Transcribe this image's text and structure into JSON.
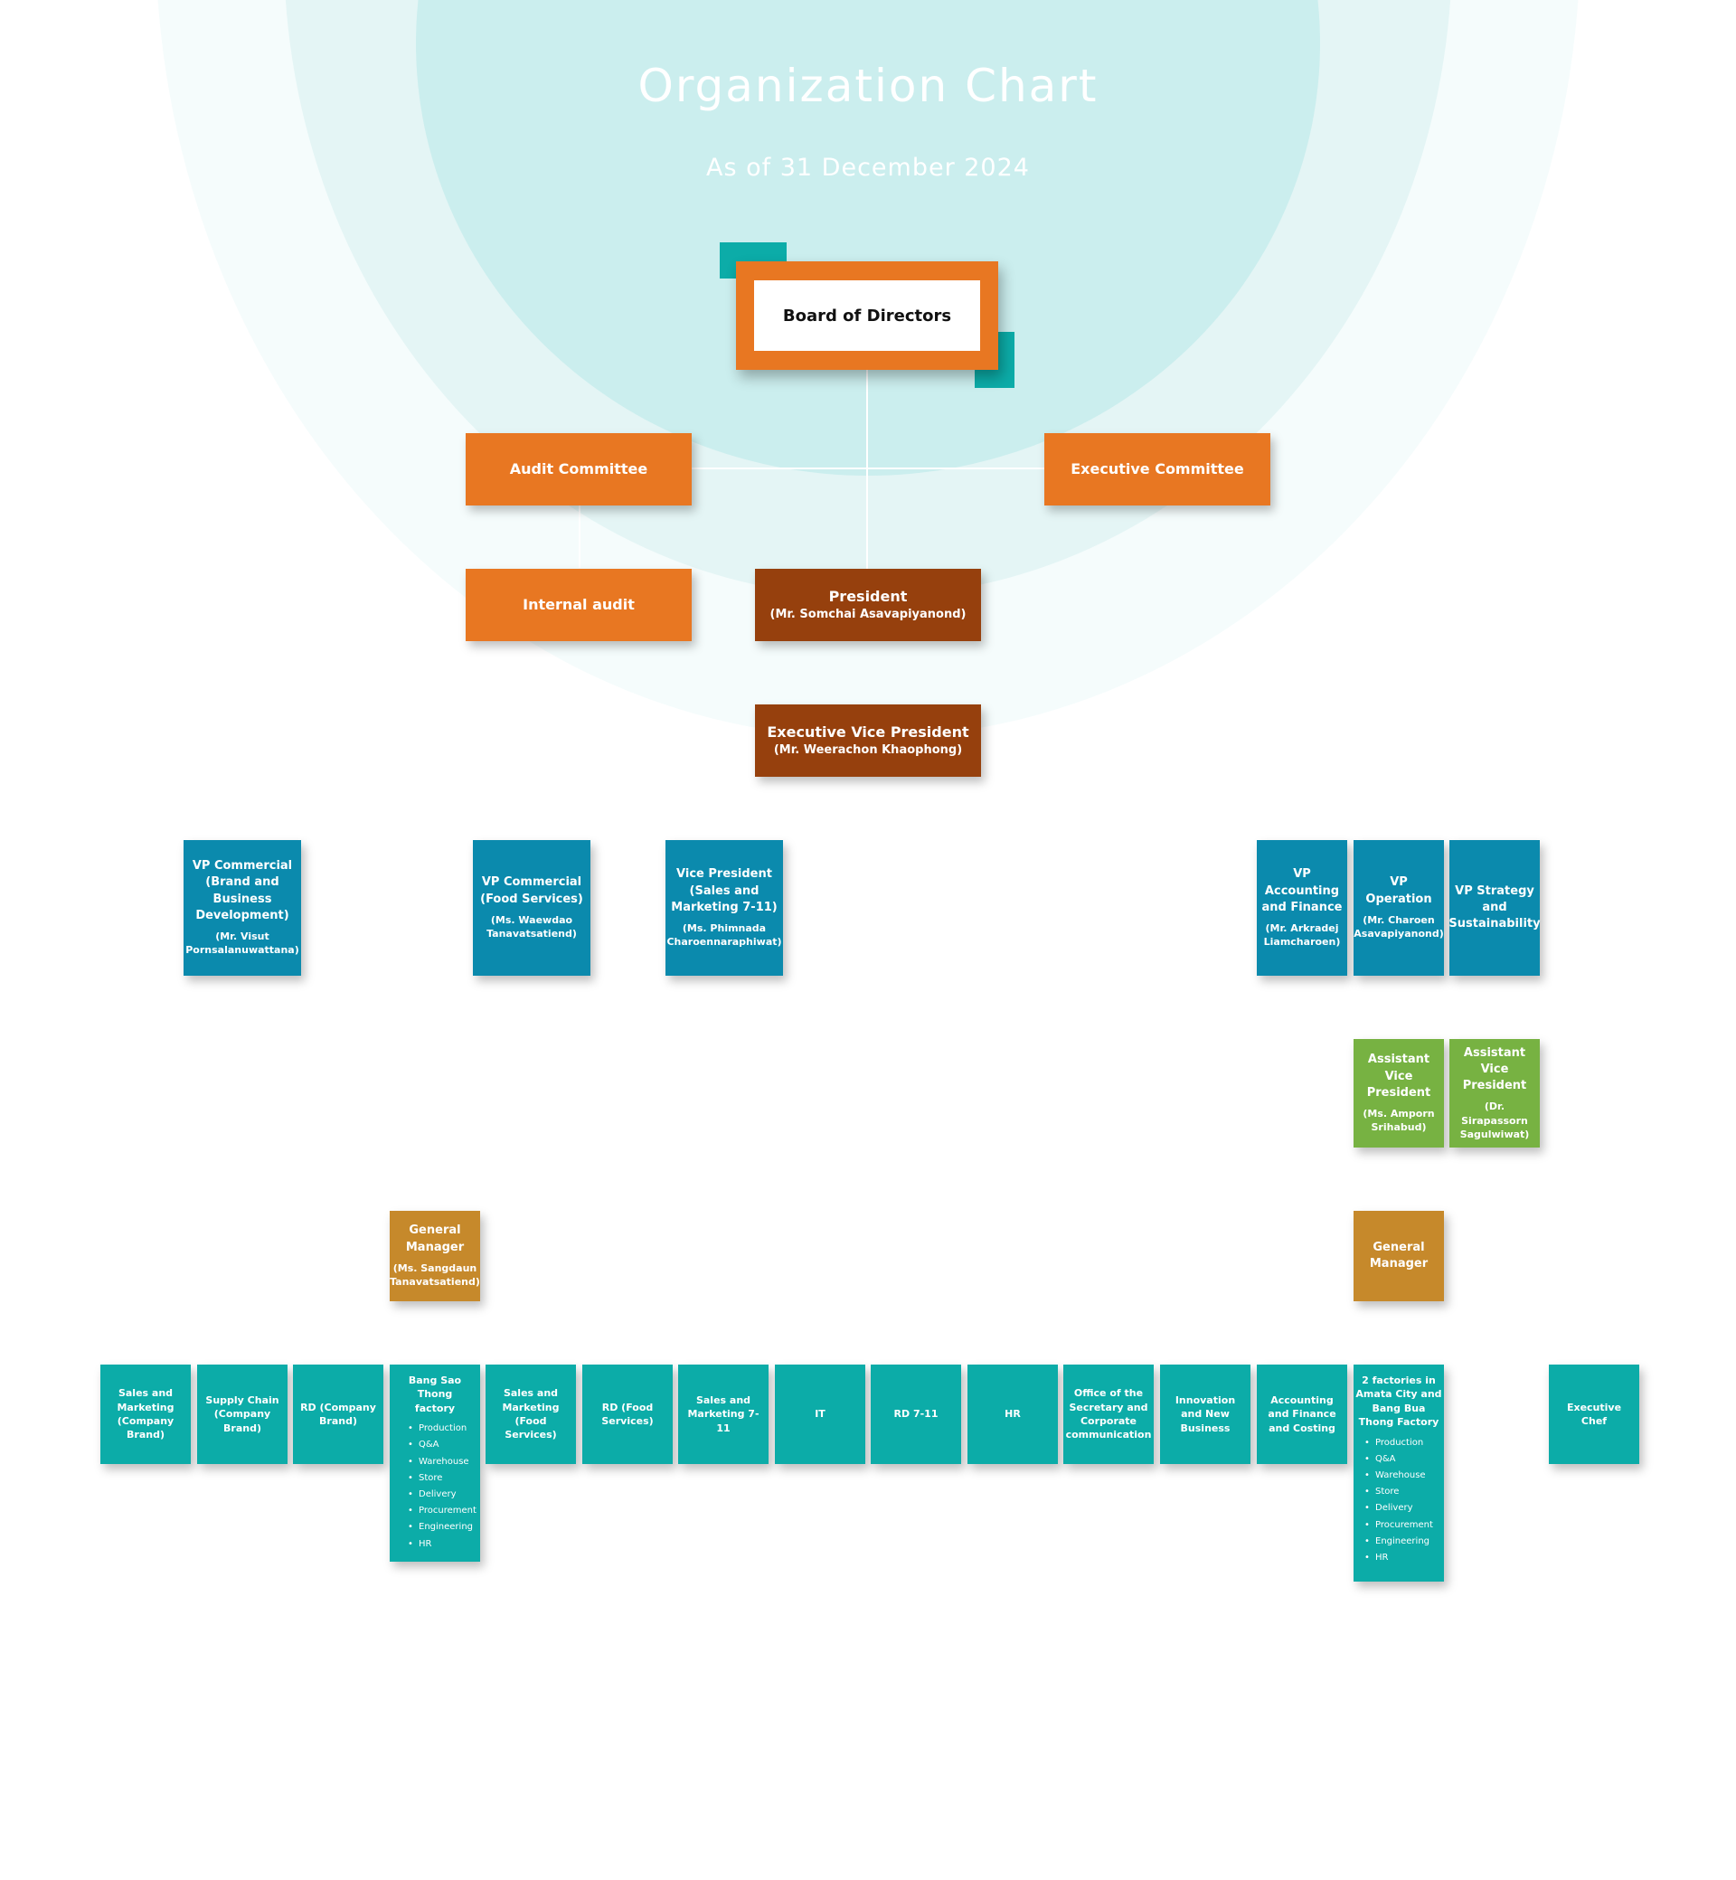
{
  "header": {
    "title": "Organization Chart",
    "subtitle": "As of 31 December 2024"
  },
  "top": {
    "board": "Board of Directors",
    "audit_committee": "Audit Committee",
    "executive_committee": "Executive Committee",
    "internal_audit": "Internal audit",
    "president_title": "President",
    "president_name": "(Mr. Somchai Asavapiyanond)",
    "evp_title": "Executive Vice President",
    "evp_name": "(Mr. Weerachon Khaophong)"
  },
  "vps": [
    {
      "title": "VP Commercial (Brand and Business Development)",
      "name": "(Mr. Visut Pornsalanuwattana)"
    },
    {
      "title": "VP Commercial (Food Services)",
      "name": "(Ms. Waewdao Tanavatsatiend)"
    },
    {
      "title": "Vice President (Sales and Marketing 7-11)",
      "name": "(Ms. Phimnada Charoennaraphiwat)"
    },
    {
      "title": "VP Accounting and Finance",
      "name": "(Mr. Arkradej Liamcharoen)"
    },
    {
      "title": "VP Operation",
      "name": "(Mr. Charoen Asavapiyanond)"
    },
    {
      "title": "VP Strategy and Sustainability",
      "name": ""
    }
  ],
  "avps": [
    {
      "title": "Assistant Vice President",
      "name": "(Ms. Amporn Srihabud)"
    },
    {
      "title": "Assistant Vice President",
      "name": "(Dr. Sirapassorn Sagulwiwat)"
    }
  ],
  "gms": [
    {
      "title": "General Manager",
      "name": "(Ms. Sangdaun Tanavatsatiend)"
    },
    {
      "title": "General Manager",
      "name": ""
    }
  ],
  "departments": {
    "sales_company": "Sales and Marketing (Company Brand)",
    "supply_chain": "Supply Chain (Company Brand)",
    "rd_company": "RD (Company Brand)",
    "bang_sao_thong": "Bang Sao Thong factory",
    "sales_food": "Sales and Marketing (Food Services)",
    "rd_food": "RD (Food Services)",
    "sales_711": "Sales and Marketing 7-11",
    "it": "IT",
    "rd_711": "RD 7-11",
    "hr": "HR",
    "office_secretary": "Office of the Secretary and Corporate communication",
    "innovation": "Innovation and New Business",
    "accounting_costing": "Accounting and Finance and Costing",
    "amata": "2 factories in Amata City and Bang Bua Thong Factory",
    "exec_chef": "Executive Chef"
  },
  "factory_functions": [
    "Production",
    "Q&A",
    "Warehouse",
    "Store",
    "Delivery",
    "Procurement",
    "Engineering",
    "HR"
  ]
}
